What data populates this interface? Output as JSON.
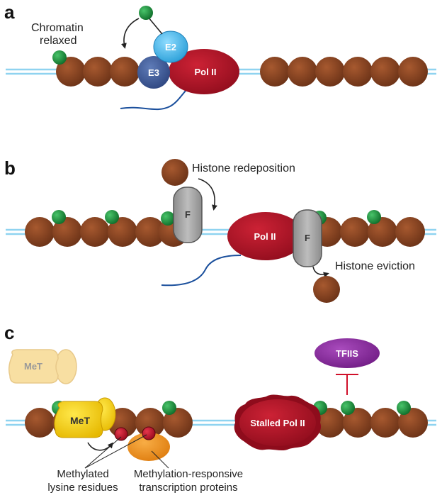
{
  "panels": [
    {
      "letter": "a"
    },
    {
      "letter": "b"
    },
    {
      "letter": "c"
    }
  ],
  "panel_a": {
    "label_line1": "Chromatin",
    "label_line2": "relaxed",
    "e2": "E2",
    "e3": "E3",
    "pol": "Pol II"
  },
  "panel_b": {
    "redeposition": "Histone redeposition",
    "eviction": "Histone eviction",
    "factor": "F",
    "pol": "Pol II"
  },
  "panel_c": {
    "met_faded": "MeT",
    "met": "MeT",
    "stalled": "Stalled Pol II",
    "tfiis": "TFIIS",
    "methylated_line1": "Methylated",
    "methylated_line2": "lysine residues",
    "responsive_line1": "Methylation-responsive",
    "responsive_line2": "transcription proteins"
  },
  "colors": {
    "nucleosome": "#7a3b1c",
    "dna": "#8fd3f0",
    "mark_green": "#1e8c3a",
    "pol_red": "#b11226",
    "e2_blue": "#3fb4ec",
    "e3_navy": "#3d5a96",
    "factor_gray": "#a6a6a6",
    "met_yellow": "#f7d400",
    "tfiis_purple": "#8a2a9e",
    "responsive_orange": "#f0901a",
    "lysine_red": "#c4102a",
    "rna_blue": "#1a4f9c"
  }
}
